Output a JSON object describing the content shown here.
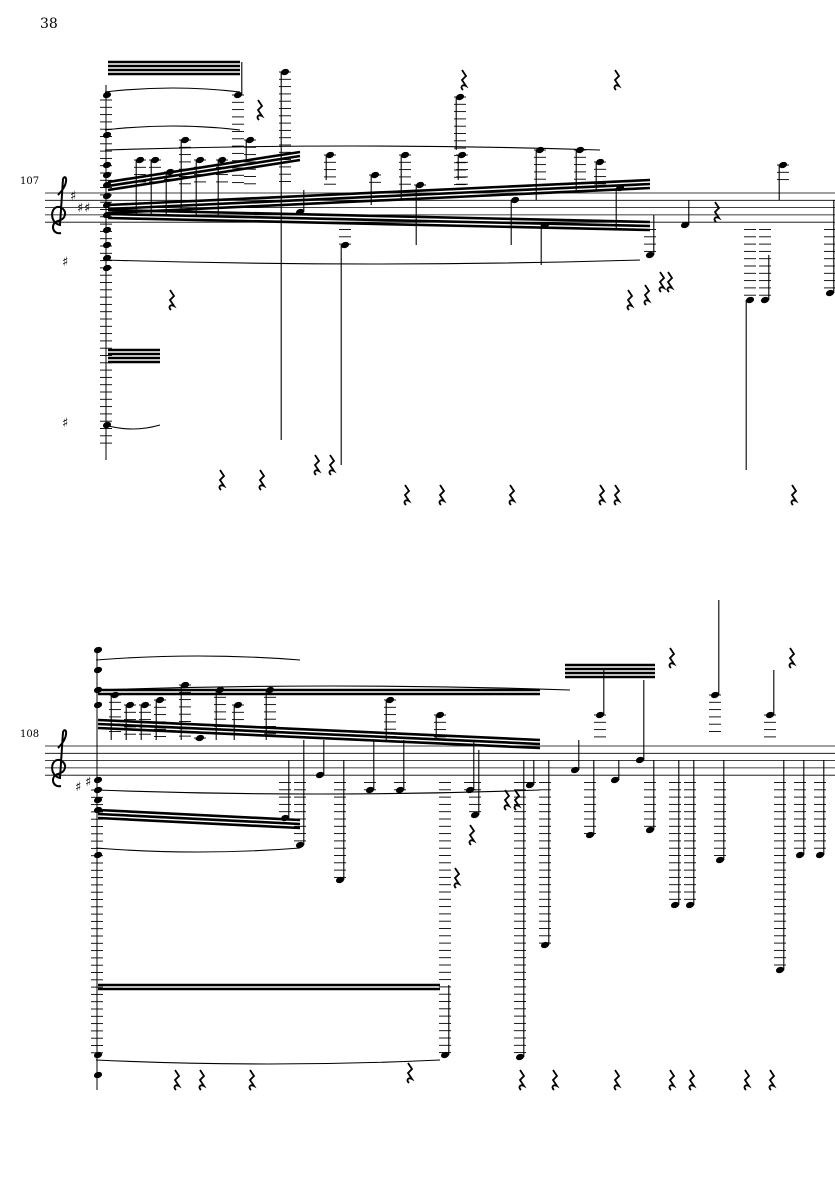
{
  "page": {
    "number": "38"
  },
  "systems": [
    {
      "measure_number": "107",
      "clef": "treble",
      "key_signature": "sharps"
    },
    {
      "measure_number": "108",
      "clef": "treble",
      "key_signature": "none"
    }
  ]
}
